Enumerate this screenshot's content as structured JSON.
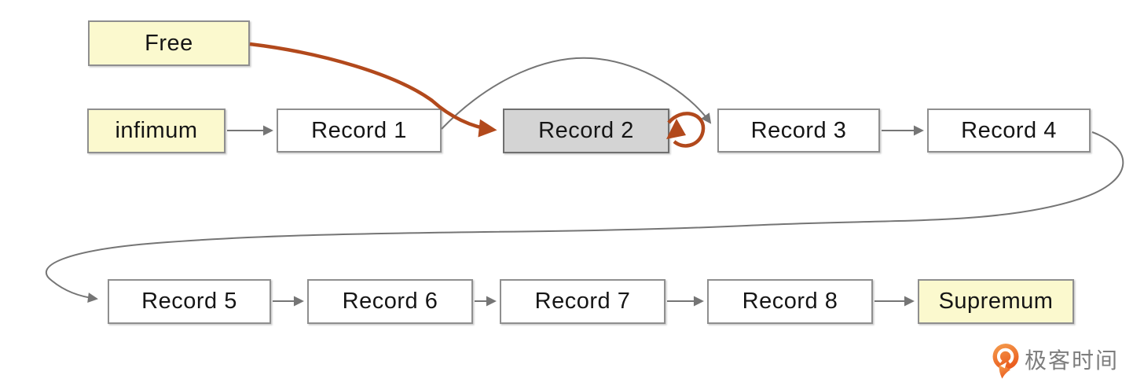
{
  "diagram": {
    "description": "Singly linked record list with a free pointer; Record 2 is removed from the record chain and linked into the free list.",
    "nodes": {
      "free": {
        "label": "Free",
        "style": "yellow"
      },
      "infimum": {
        "label": "infimum",
        "style": "yellow"
      },
      "record1": {
        "label": "Record 1",
        "style": "white"
      },
      "record2": {
        "label": "Record 2",
        "style": "gray"
      },
      "record3": {
        "label": "Record 3",
        "style": "white"
      },
      "record4": {
        "label": "Record 4",
        "style": "white"
      },
      "record5": {
        "label": "Record 5",
        "style": "white"
      },
      "record6": {
        "label": "Record 6",
        "style": "white"
      },
      "record7": {
        "label": "Record 7",
        "style": "white"
      },
      "record8": {
        "label": "Record 8",
        "style": "white"
      },
      "supremum": {
        "label": "Supremum",
        "style": "yellow"
      }
    },
    "edges": [
      {
        "from": "infimum",
        "to": "record1",
        "color": "gray",
        "shape": "straight"
      },
      {
        "from": "record1",
        "to": "record3",
        "color": "gray",
        "shape": "arc-over-record2"
      },
      {
        "from": "free",
        "to": "record2",
        "color": "red",
        "shape": "curve"
      },
      {
        "from": "record2",
        "to": "record2",
        "color": "red",
        "shape": "self-loop"
      },
      {
        "from": "record3",
        "to": "record4",
        "color": "gray",
        "shape": "straight"
      },
      {
        "from": "record4",
        "to": "record5",
        "color": "gray",
        "shape": "long-wrap-around"
      },
      {
        "from": "record5",
        "to": "record6",
        "color": "gray",
        "shape": "straight"
      },
      {
        "from": "record6",
        "to": "record7",
        "color": "gray",
        "shape": "straight"
      },
      {
        "from": "record7",
        "to": "record8",
        "color": "gray",
        "shape": "straight"
      },
      {
        "from": "record8",
        "to": "supremum",
        "color": "gray",
        "shape": "straight"
      }
    ],
    "colors": {
      "yellow_fill": "#fbf9ce",
      "gray_fill": "#d4d4d4",
      "white_fill": "#ffffff",
      "node_border": "#8f8f8f",
      "edge_gray": "#757575",
      "edge_highlight": "#b2491c",
      "text": "#151515"
    }
  },
  "watermark": {
    "text": "极客时间",
    "brand_color": "#ed6a1f",
    "text_color": "#7d7d7d"
  }
}
